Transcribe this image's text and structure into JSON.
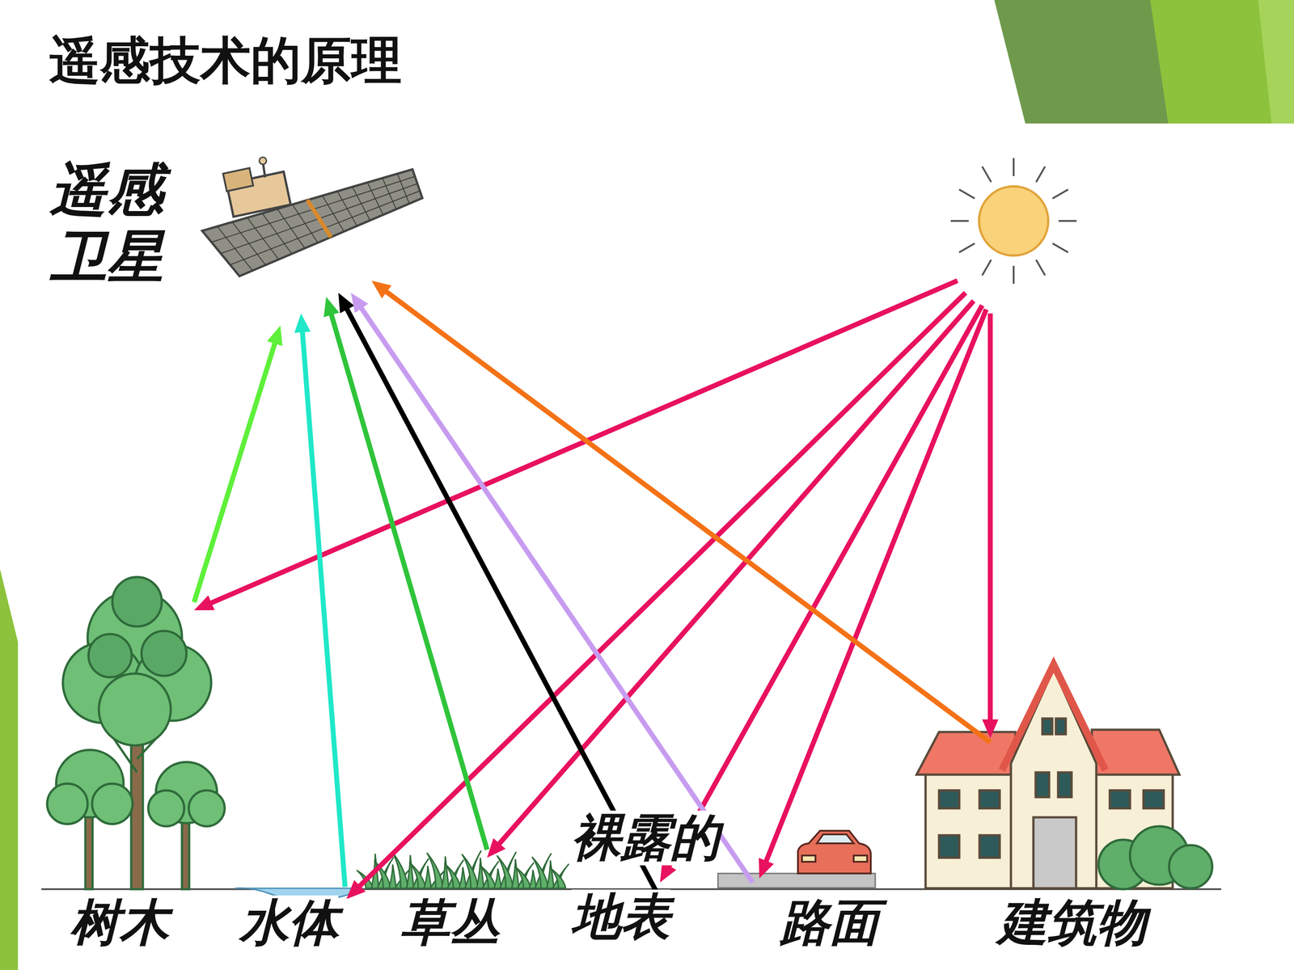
{
  "diagram": {
    "title": "遥感技术的原理",
    "labels": [
      "遥感 卫星",
      "树木",
      "水体",
      "草丛",
      "裸露的 地表",
      "路面",
      "建筑物"
    ]
  }
}
